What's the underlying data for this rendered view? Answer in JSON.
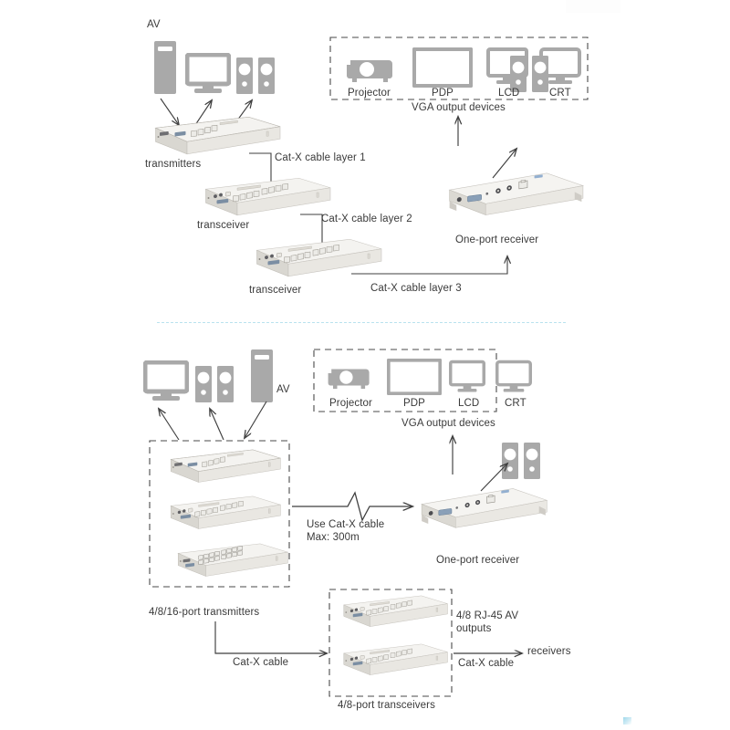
{
  "diagram": {
    "title": "AV over Cat-X cascade and distribution diagram",
    "colors": {
      "device_gray": "#a9a9a9",
      "icon_gray": "#aaaaaa",
      "line": "#3f3f3f",
      "dash_box": "#4a4a4a",
      "divider_blue": "#b9e2ee",
      "chassis_top": "#f2f1ee",
      "chassis_front": "#dcdad4",
      "chassis_side": "#c7c4bd"
    },
    "panels": [
      {
        "id": "top",
        "name": "cascade-layers-panel",
        "labels": {
          "av_source": "AV",
          "transmitters": "transmitters",
          "transceiver_1": "transceiver",
          "transceiver_2": "transceiver",
          "cable_layer_1": "Cat-X cable layer 1",
          "cable_layer_2": "Cat-X cable layer 2",
          "cable_layer_3": "Cat-X cable layer 3",
          "receiver": "One-port receiver"
        },
        "vga_group": {
          "caption": "VGA output devices",
          "devices": [
            {
              "icon": "projector-icon",
              "label": "Projector"
            },
            {
              "icon": "pdp-display-icon",
              "label": "PDP"
            },
            {
              "icon": "lcd-monitor-icon",
              "label": "LCD"
            },
            {
              "icon": "crt-monitor-icon",
              "label": "CRT"
            }
          ]
        }
      },
      {
        "id": "bottom",
        "name": "distribution-panel",
        "labels": {
          "av_source": "AV",
          "transmitters": "4/8/16-port transmitters",
          "cat_x_note_line1": "Use Cat-X cable",
          "cat_x_note_line2": "Max: 300m",
          "receiver": "One-port receiver",
          "cat_x_cable_left": "Cat-X cable",
          "transceivers": "4/8-port transceivers",
          "rj45_outputs_line1": "4/8 RJ-45 AV",
          "rj45_outputs_line2": "outputs",
          "cat_x_cable_right": "Cat-X cable",
          "receivers": "receivers"
        },
        "vga_group": {
          "caption": "VGA output devices",
          "devices": [
            {
              "icon": "projector-icon",
              "label": "Projector"
            },
            {
              "icon": "pdp-display-icon",
              "label": "PDP"
            },
            {
              "icon": "lcd-monitor-icon",
              "label": "LCD"
            },
            {
              "icon": "crt-monitor-icon",
              "label": "CRT"
            }
          ]
        }
      }
    ]
  }
}
